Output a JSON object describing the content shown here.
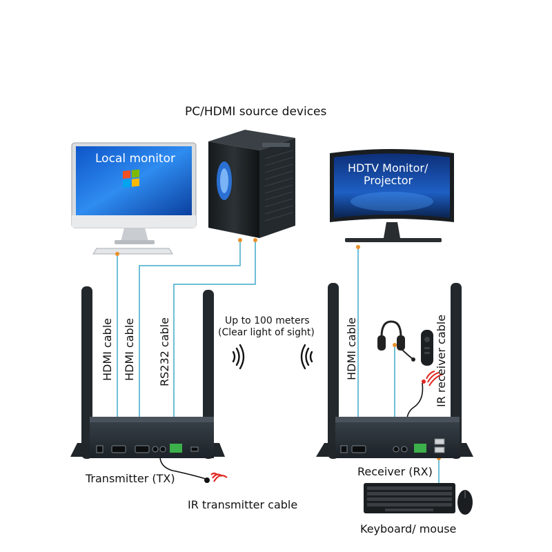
{
  "labels": {
    "source": "PC/HDMI source devices",
    "local_monitor": "Local monitor",
    "hdtv": "HDTV Monitor/",
    "projector": "Projector",
    "hdmi_cable_1": "HDMI cable",
    "hdmi_cable_2": "HDMI cable",
    "rs232_cable": "RS232 cable",
    "hdmi_cable_rx": "HDMI cable",
    "ir_receiver_cable": "IR receiver cable",
    "range_line1": "Up to 100 meters",
    "range_line2": "(Clear light of sight)",
    "transmitter": "Transmitter (TX)",
    "receiver": "Receiver (RX)",
    "ir_transmitter_cable": "IR transmitter cable",
    "keyboard_mouse": "Keyboard/ mouse"
  },
  "colors": {
    "cable": "#3fa9c9",
    "device_body": "#2b3238",
    "antenna": "#22282c",
    "screen_blue": "#1f6fd6",
    "ir_red": "#e0261f",
    "terminal_green": "#3cb04a"
  }
}
